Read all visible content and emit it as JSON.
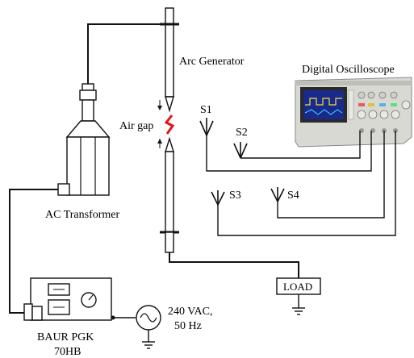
{
  "labels": {
    "arc_generator": "Arc Generator",
    "digital_oscilloscope": "Digital Oscilloscope",
    "air_gap": "Air gap",
    "ac_transformer": "AC Transformer",
    "load": "LOAD",
    "baur_line1": "BAUR PGK",
    "baur_line2": "70HB",
    "supply_line1": "240 VAC,",
    "supply_line2": "50 Hz"
  },
  "sensors": [
    "S1",
    "S2",
    "S3",
    "S4"
  ],
  "colors": {
    "wire": "#111111",
    "spark": "#e3141b",
    "scope_body": "#d9d9d4",
    "scope_screen": "#1a2a8c",
    "scope_trace": "#f2e23a"
  },
  "icons": {
    "spark": "zigzag-arc-icon",
    "sensor": "antenna-icon",
    "ground": "ground-symbol-icon",
    "ac_source": "sine-wave-source-icon"
  }
}
